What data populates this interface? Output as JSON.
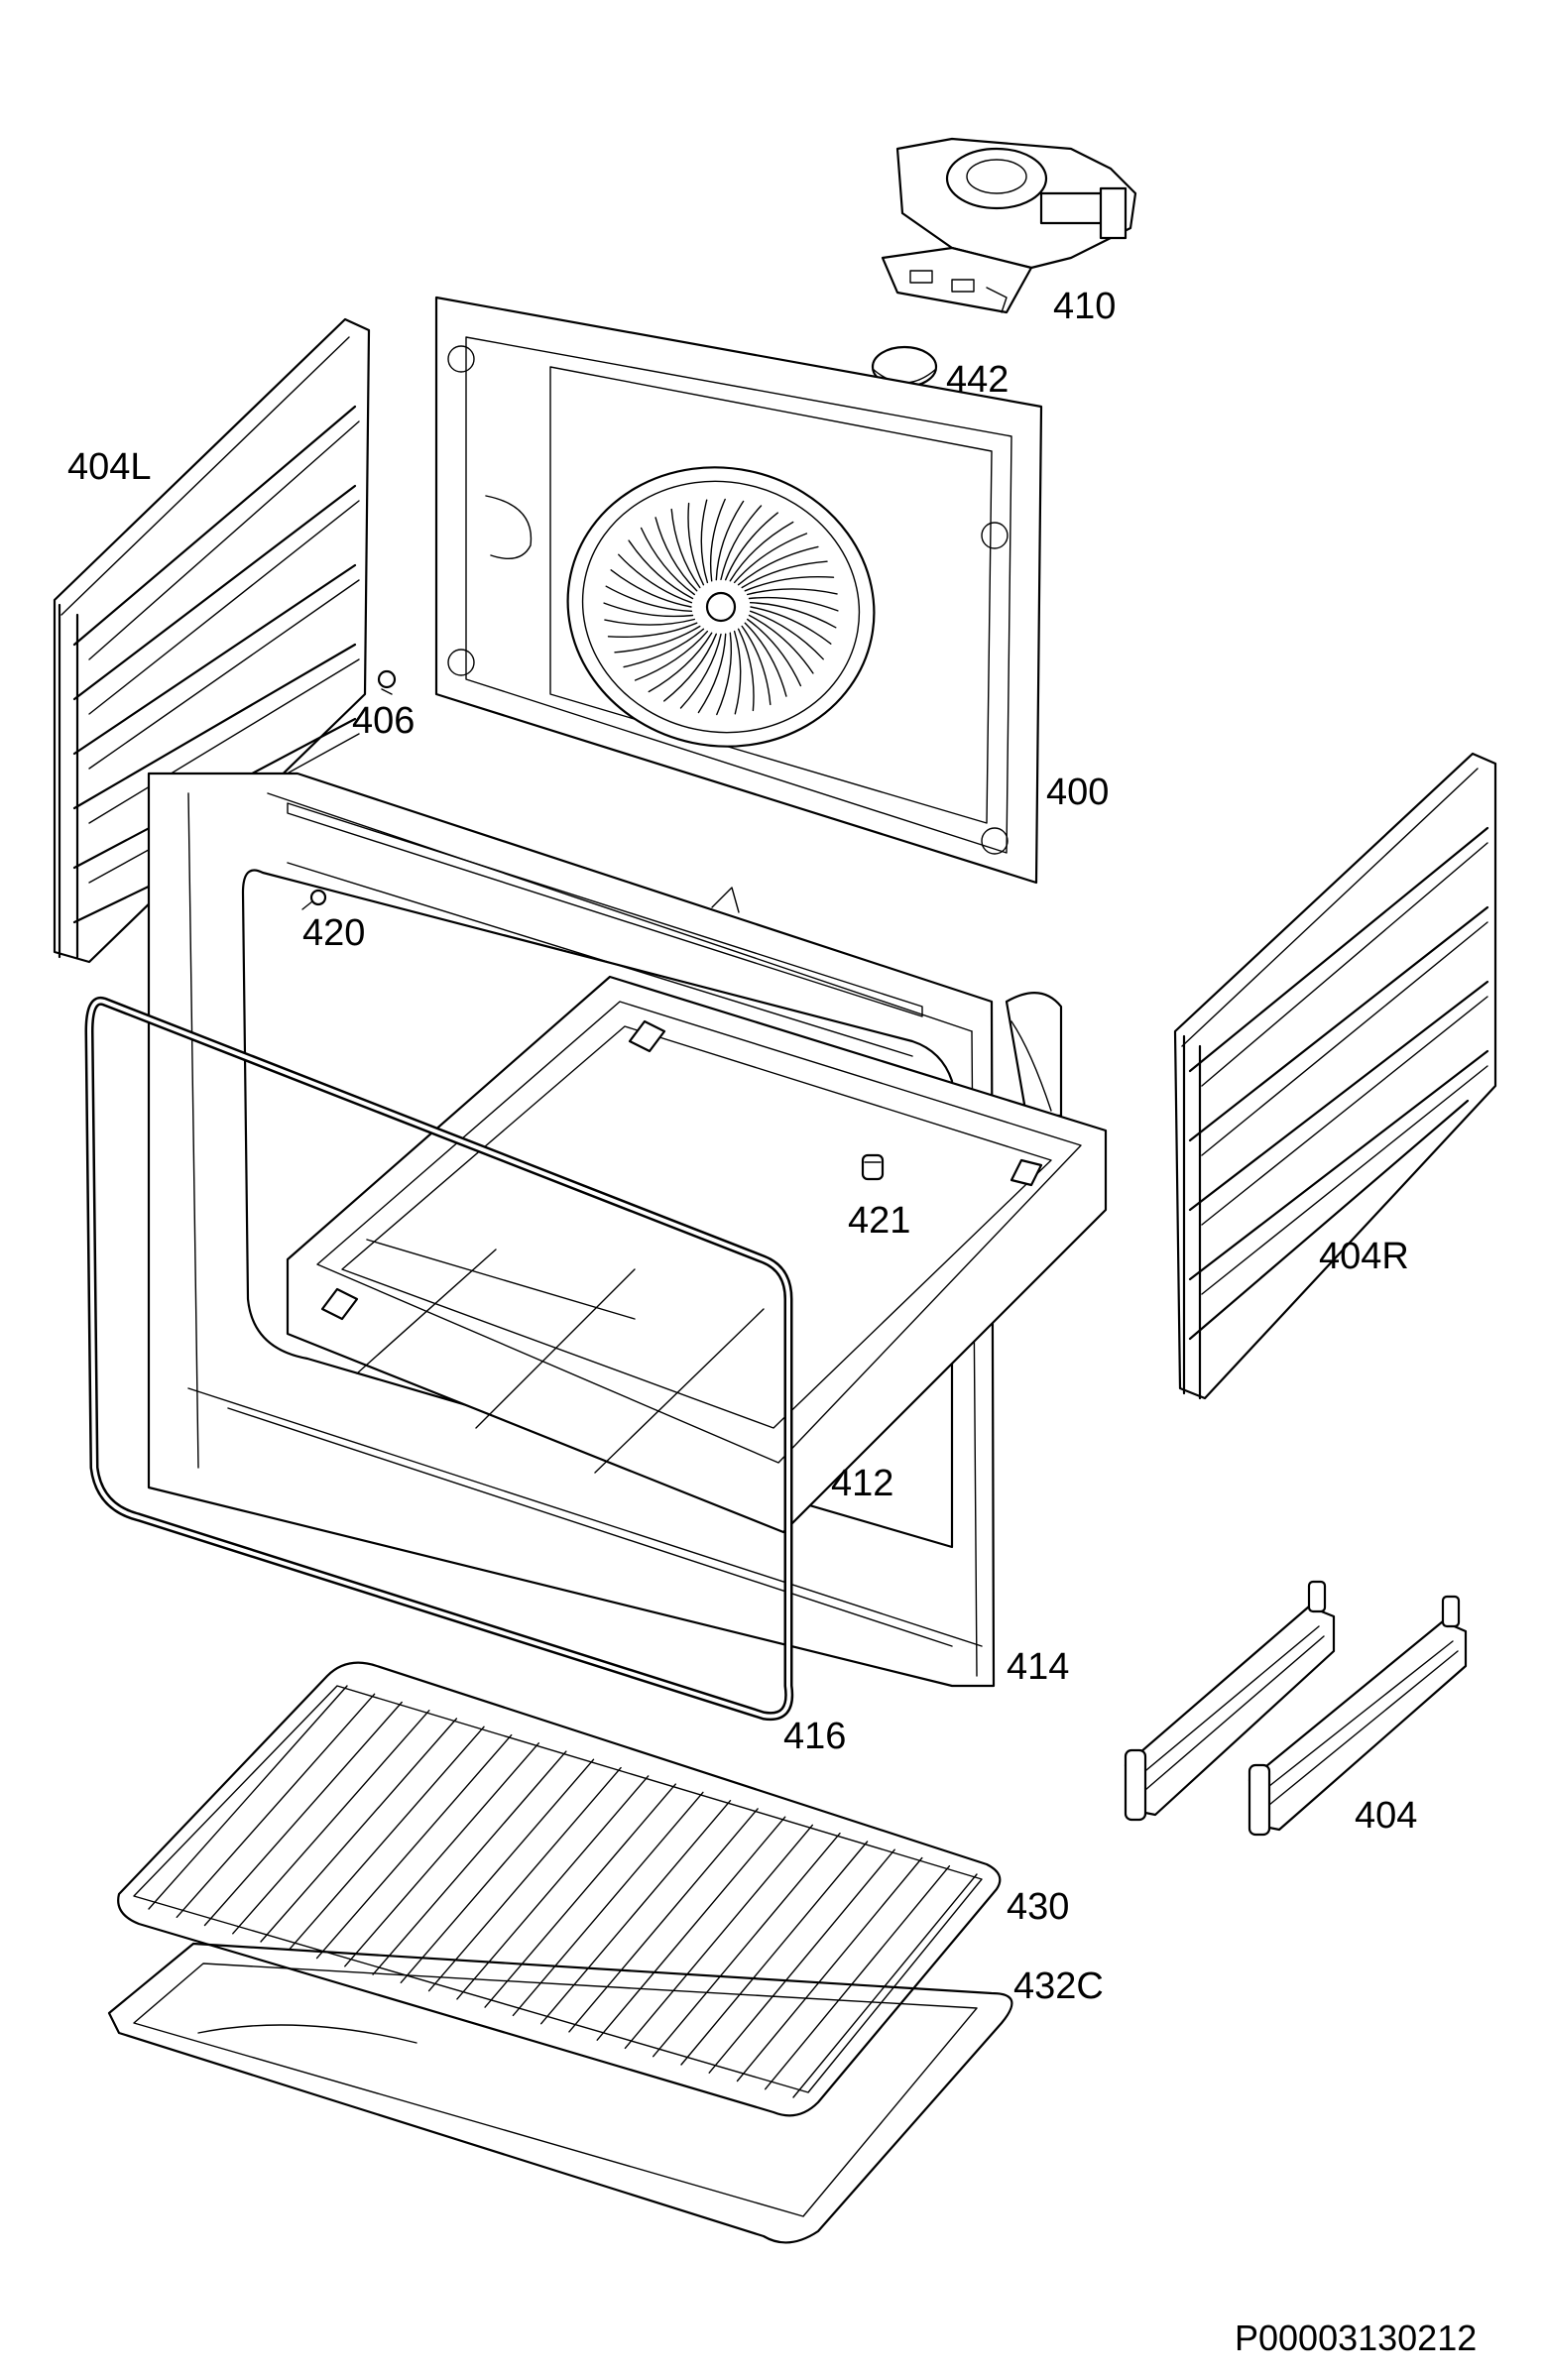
{
  "labels": {
    "p410": "410",
    "p442": "442",
    "p404L": "404L",
    "p406": "406",
    "p400": "400",
    "p420": "420",
    "p421": "421",
    "p404R": "404R",
    "p412": "412",
    "p414": "414",
    "p416": "416",
    "p404": "404",
    "p430": "430",
    "p432C": "432C"
  },
  "document_id": "P00003130212"
}
